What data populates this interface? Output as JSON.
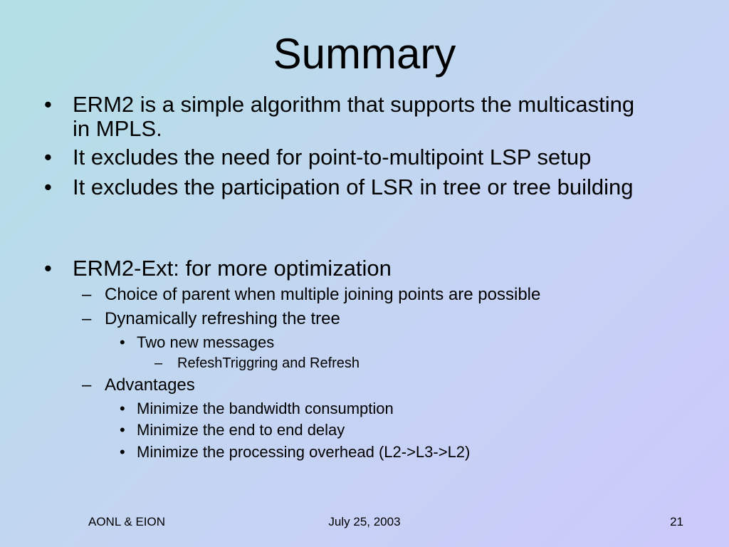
{
  "slide": {
    "title": "Summary",
    "bullets": [
      {
        "marker": "•",
        "text": "ERM2 is a simple algorithm that supports the multicasting in MPLS."
      },
      {
        "marker": "•",
        "text": "It excludes the need for point-to-multipoint LSP setup"
      },
      {
        "marker": "•",
        "text": "It excludes the participation of LSR in tree or tree building"
      },
      {
        "marker": "•",
        "text": "ERM2-Ext: for more optimization"
      }
    ],
    "sub_bullets": [
      {
        "marker": "–",
        "text": "Choice of parent when multiple joining points are possible"
      },
      {
        "marker": "–",
        "text": "Dynamically refreshing the tree"
      },
      {
        "marker": "–",
        "text": "Advantages"
      }
    ],
    "sub_sub_bullets": [
      {
        "marker": "•",
        "text": "Two new messages"
      },
      {
        "marker": "•",
        "text": "Minimize the bandwidth consumption"
      },
      {
        "marker": "•",
        "text": "Minimize the end to end delay"
      },
      {
        "marker": "•",
        "text": "Minimize the processing overhead (L2->L3->L2)"
      }
    ],
    "level4_bullets": [
      {
        "marker": "–",
        "text": "RefeshTriggring and Refresh"
      }
    ]
  },
  "footer": {
    "left": "AONL & EION",
    "center": "July 25, 2003",
    "right": "21"
  }
}
